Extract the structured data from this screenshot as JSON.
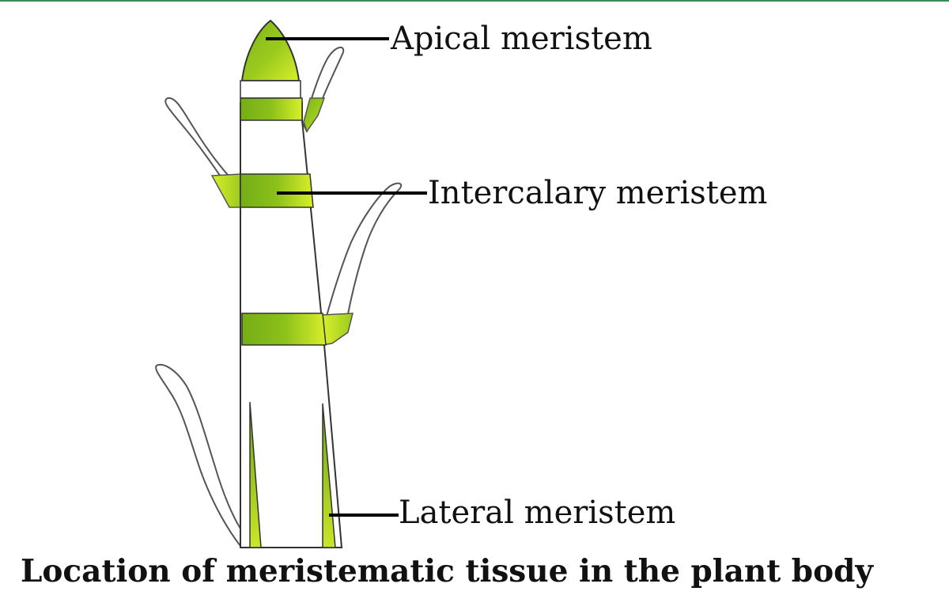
{
  "labels": {
    "apical": "Apical meristem",
    "intercalary": "Intercalary meristem",
    "lateral": "Lateral meristem"
  },
  "caption": "Location of meristematic tissue in the plant body",
  "colors": {
    "top_rule": "#3a8a5a",
    "outline": "#333333",
    "leaf_outline": "#555555",
    "tissue_dark": "#7ab317",
    "tissue_light": "#d8ef2a",
    "pointer": "#000000"
  }
}
